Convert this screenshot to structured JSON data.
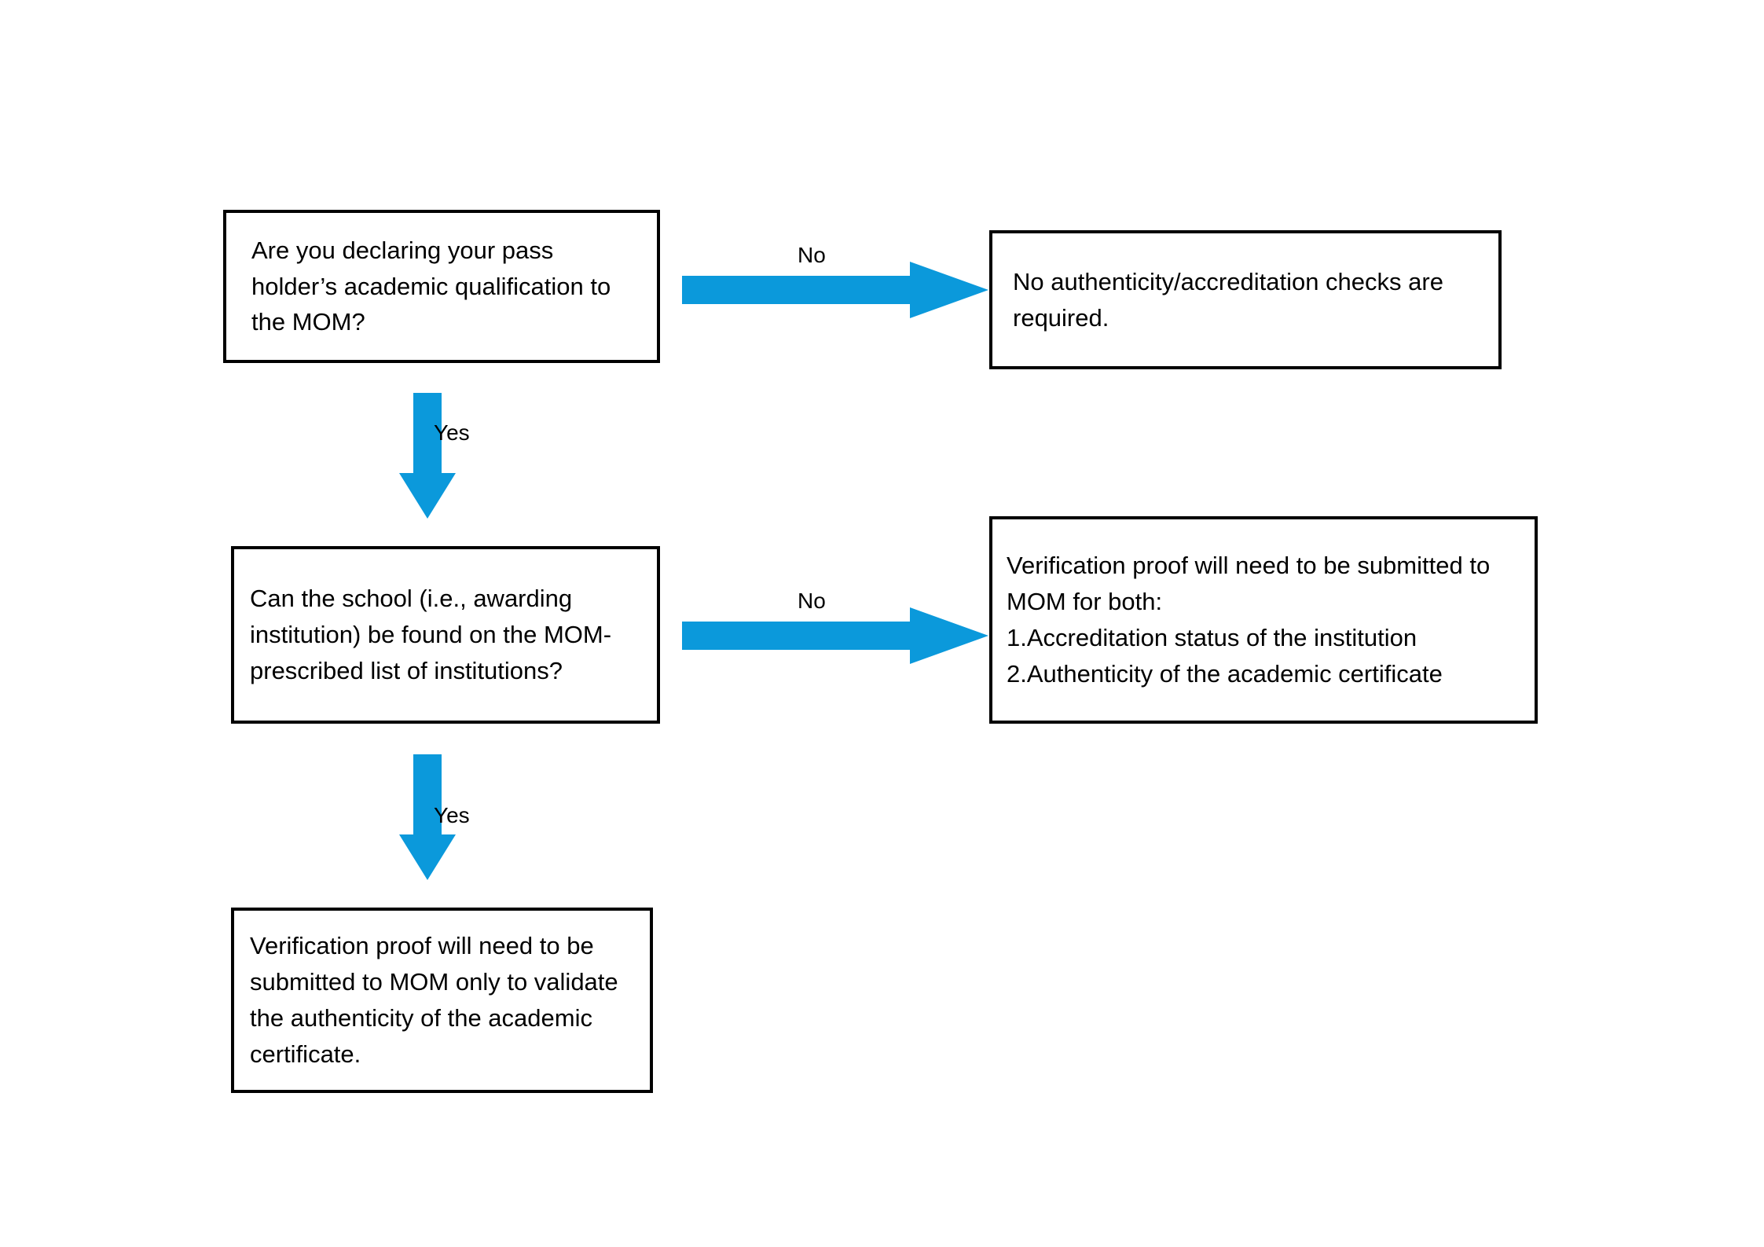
{
  "diagram": {
    "title": "Academic qualification verification decision flow",
    "background_color": "#FFFFFF",
    "arrow_color": "#0B99DB",
    "border_color": "#000000",
    "text_color": "#000000",
    "nodes": [
      {
        "id": "q1",
        "role": "decision",
        "text": "Are you declaring your pass holder’s academic qualification to the MOM?"
      },
      {
        "id": "no-checks",
        "role": "outcome",
        "text": "No authenticity/accreditation checks are required."
      },
      {
        "id": "q2",
        "role": "decision",
        "text": "Can the school (i.e., awarding institution) be found on the MOM-prescribed list of institutions?"
      },
      {
        "id": "both",
        "role": "outcome",
        "text": "Verification proof will need to be submitted to MOM for both:\n1.Accreditation status of the institution\n2.Authenticity of the academic certificate"
      },
      {
        "id": "only",
        "role": "outcome",
        "text": "Verification proof will need to be submitted to MOM only to validate the authenticity of the academic certificate."
      }
    ],
    "edges": [
      {
        "id": "e1",
        "from": "q1",
        "to": "no-checks",
        "label": "No",
        "direction": "right"
      },
      {
        "id": "e2",
        "from": "q1",
        "to": "q2",
        "label": "Yes",
        "direction": "down"
      },
      {
        "id": "e3",
        "from": "q2",
        "to": "both",
        "label": "No",
        "direction": "right"
      },
      {
        "id": "e4",
        "from": "q2",
        "to": "only",
        "label": "Yes",
        "direction": "down"
      }
    ]
  }
}
